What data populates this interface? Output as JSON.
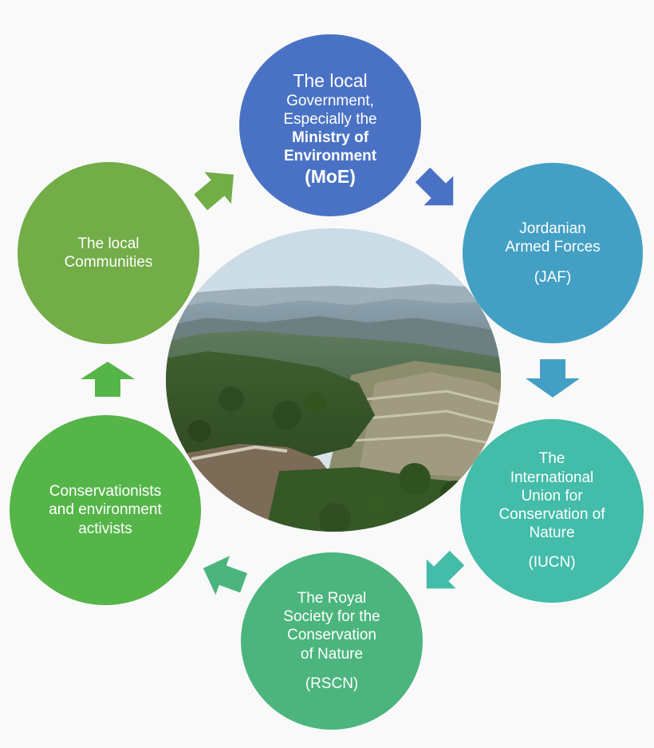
{
  "nodes": {
    "moe": {
      "line1": "The local",
      "line2": "Government,",
      "line3": "Especially the",
      "line4": "Ministry of",
      "line5": "Environment",
      "line6": "(MoE)"
    },
    "jaf": {
      "line1": "Jordanian",
      "line2": "Armed Forces",
      "line3": "(JAF)"
    },
    "iucn": {
      "line1": "The",
      "line2": "International",
      "line3": "Union for",
      "line4": "Conservation of",
      "line5": "Nature",
      "line6": "(IUCN)"
    },
    "rscn": {
      "line1": "The Royal",
      "line2": "Society for the",
      "line3": "Conservation",
      "line4": "of Nature",
      "line5": "(RSCN)"
    },
    "activists": {
      "line1": "Conservationists",
      "line2": "and environment",
      "line3": "activists"
    },
    "communities": {
      "line1": "The local",
      "line2": "Communities"
    }
  },
  "colors": {
    "moe": "#4a72c4",
    "jaf": "#43a0c4",
    "iucn": "#43bca9",
    "rscn": "#4bb57d",
    "activists": "#55b548",
    "communities": "#72ad47"
  }
}
